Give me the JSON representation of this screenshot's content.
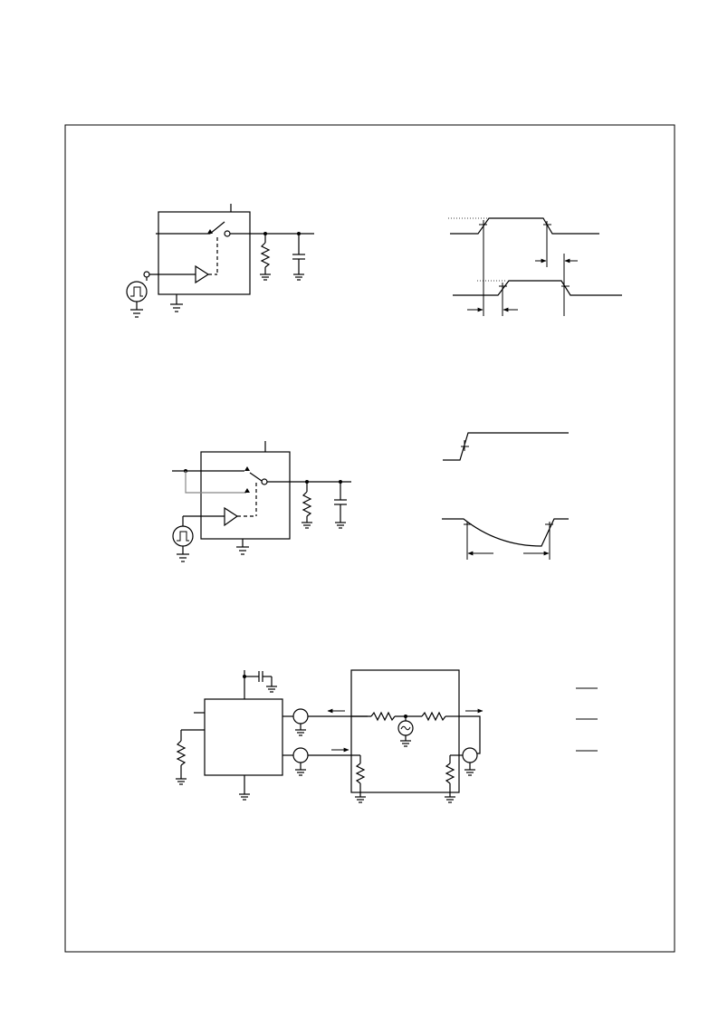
{
  "figure": {
    "panels": [
      "switching-time-test-circuit",
      "switching-time-waveforms",
      "break-before-make-test-circuit",
      "break-before-make-waveforms",
      "crosstalk-isolation-test-circuit"
    ]
  }
}
